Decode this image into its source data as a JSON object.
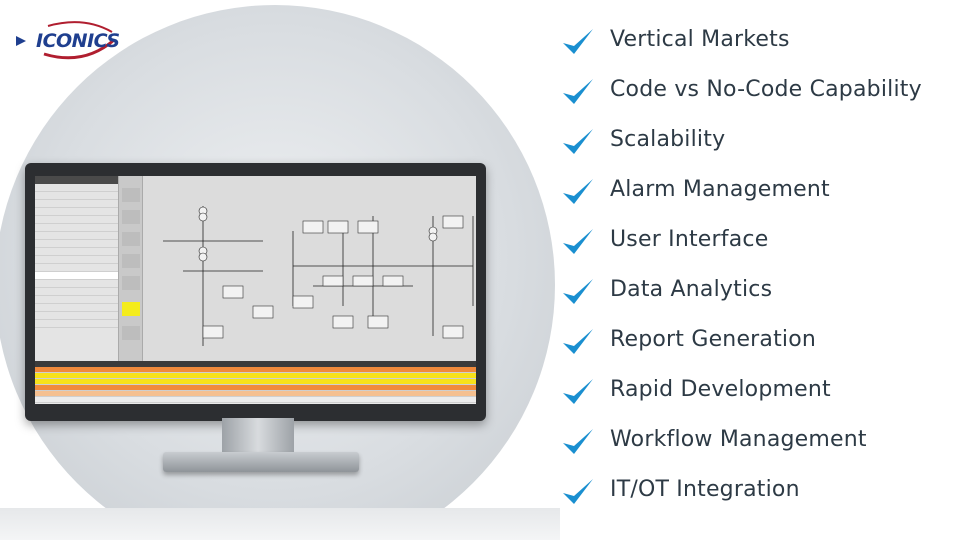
{
  "logo": {
    "text": "ICONICS",
    "accent_color": "#b01e2f",
    "brand_color": "#1f3f8f"
  },
  "check_color": "#1a8fd0",
  "features": [
    "Vertical Markets",
    "Code vs No-Code Capability",
    "Scalability",
    "Alarm Management",
    "User Interface",
    "Data Analytics",
    "Report Generation",
    "Rapid Development",
    "Workflow Management",
    "IT/OT Integration"
  ]
}
